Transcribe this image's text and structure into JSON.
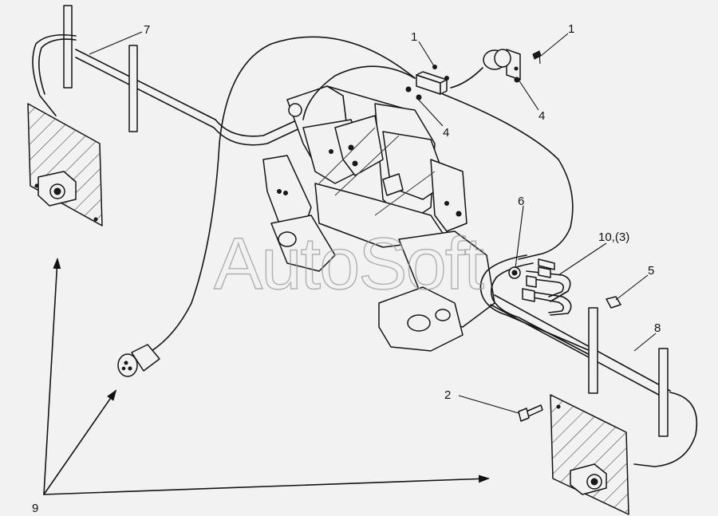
{
  "watermark": "AutoSoft",
  "callouts": {
    "c1a": "1",
    "c1b": "1",
    "c2": "2",
    "c4a": "4",
    "c4b": "4",
    "c5": "5",
    "c6": "6",
    "c7": "7",
    "c8": "8",
    "c9": "9",
    "c10": "10,(3)"
  },
  "colors": {
    "line": "#141414",
    "background": "#f2f2f2",
    "watermark": "#9a9a9a"
  }
}
